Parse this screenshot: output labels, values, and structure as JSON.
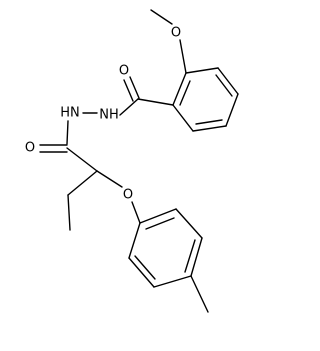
{
  "atom_labels": {
    "ether_oxygen_top": "O",
    "carbonyl_oxygen_upper": "O",
    "hydrazide_nh_right": "NH",
    "hydrazide_nh_left": "HN",
    "carbonyl_oxygen_lower": "O",
    "phenoxy_oxygen": "O"
  },
  "colors": {
    "bond": "#000000",
    "label": "#000000",
    "background": "#ffffff"
  }
}
